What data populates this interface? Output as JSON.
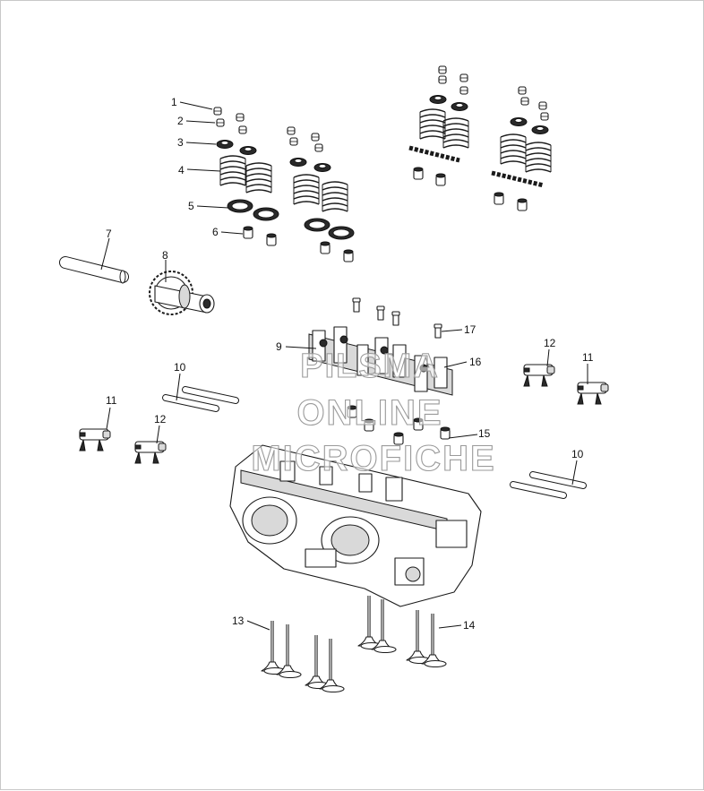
{
  "callouts": {
    "c1": "1",
    "c2": "2",
    "c3": "3",
    "c4": "4",
    "c5": "5",
    "c6": "6",
    "c7": "7",
    "c8": "8",
    "c9": "9",
    "c10a": "10",
    "c10b": "10",
    "c11a": "11",
    "c11b": "11",
    "c12a": "12",
    "c12b": "12",
    "c13": "13",
    "c14": "14",
    "c15": "15",
    "c16": "16",
    "c17": "17"
  },
  "watermark": {
    "line1": "PILSMA",
    "line2": "ONLINE",
    "line3": "MICROFICHE"
  },
  "icons": {
    "valve-keeper": "valve-keeper-icon",
    "valve-retainer": "valve-retainer-icon",
    "valve-spring": "valve-spring-icon",
    "spring-seat": "spring-seat-washer-icon",
    "valve-seal": "valve-stem-seal-icon",
    "rocker-shaft": "rocker-shaft-icon",
    "camshaft": "camshaft-icon",
    "cylinder-head": "cylinder-head-icon",
    "valve": "valve-icon"
  },
  "colors": {
    "line": "#1a1a1a",
    "background": "#ffffff",
    "watermark_outline": "#9a9a9a"
  }
}
